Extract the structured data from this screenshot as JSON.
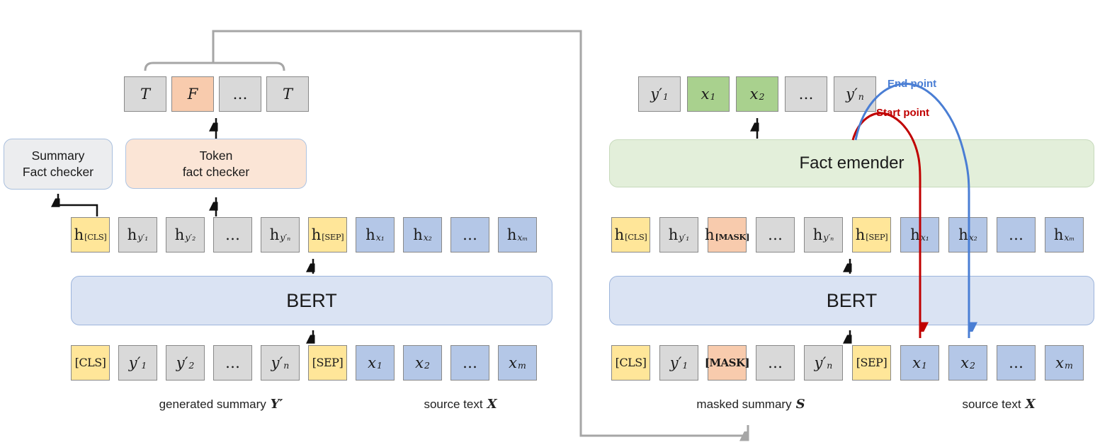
{
  "palette": {
    "yellow": "#FFE699",
    "gray": "#D9D9D9",
    "blue": "#B4C7E7",
    "peach": "#F8CBAD",
    "green": "#A9D18E",
    "bert_fill": "#DAE3F3",
    "emender_fill": "#E3EFDA",
    "token_checker_fill": "#FBE5D6",
    "summary_checker_fill": "#ECEDEF",
    "connector_gray": "#A6A6A6",
    "start_red": "#C00000",
    "end_blue": "#4A7ED4"
  },
  "left": {
    "output_row": [
      {
        "t": "T",
        "type": "gray"
      },
      {
        "t": "F",
        "type": "peach"
      },
      {
        "t": "…",
        "type": "gray",
        "roman": true
      },
      {
        "t": "T",
        "type": "gray"
      }
    ],
    "summary_checker": {
      "line1": "Summary",
      "line2": "Fact checker"
    },
    "token_checker": {
      "line1": "Token",
      "line2": "fact checker"
    },
    "hidden_row": [
      {
        "t": "h",
        "s": "[CLS]",
        "type": "yellow",
        "roman": true,
        "subRoman": true
      },
      {
        "t": "h",
        "s": "y′₁",
        "type": "gray",
        "roman": true
      },
      {
        "t": "h",
        "s": "y′₂",
        "type": "gray",
        "roman": true
      },
      {
        "t": "…",
        "type": "gray",
        "roman": true
      },
      {
        "t": "h",
        "s": "y′ₙ",
        "type": "gray",
        "roman": true
      },
      {
        "t": "h",
        "s": "[SEP]",
        "type": "yellow",
        "roman": true,
        "subRoman": true
      },
      {
        "t": "h",
        "s": "x₁",
        "type": "blue",
        "roman": true
      },
      {
        "t": "h",
        "s": "x₂",
        "type": "blue",
        "roman": true
      },
      {
        "t": "…",
        "type": "blue",
        "roman": true
      },
      {
        "t": "h",
        "s": "xₘ",
        "type": "blue",
        "roman": true
      }
    ],
    "bert_label": "BERT",
    "input_row": [
      {
        "t": "[CLS]",
        "type": "yellow",
        "roman": true,
        "small": true
      },
      {
        "t": "y′",
        "s": "1",
        "type": "gray"
      },
      {
        "t": "y′",
        "s": "2",
        "type": "gray"
      },
      {
        "t": "…",
        "type": "gray",
        "roman": true
      },
      {
        "t": "y′",
        "s": "n",
        "type": "gray"
      },
      {
        "t": "[SEP]",
        "type": "yellow",
        "roman": true,
        "small": true
      },
      {
        "t": "x",
        "s": "1",
        "type": "blue"
      },
      {
        "t": "x",
        "s": "2",
        "type": "blue"
      },
      {
        "t": "…",
        "type": "blue",
        "roman": true
      },
      {
        "t": "x",
        "s": "m",
        "type": "blue"
      }
    ],
    "captions": {
      "summary": {
        "text": "generated summary",
        "symbol": "Y′"
      },
      "source": {
        "text": "source text",
        "symbol": "X"
      }
    }
  },
  "right": {
    "output_row": [
      {
        "t": "y′",
        "s": "1",
        "type": "gray"
      },
      {
        "t": "x",
        "s": "1",
        "type": "green"
      },
      {
        "t": "x",
        "s": "2",
        "type": "green"
      },
      {
        "t": "…",
        "type": "gray",
        "roman": true
      },
      {
        "t": "y′",
        "s": "n",
        "type": "gray"
      }
    ],
    "emender_label": "Fact emender",
    "hidden_row": [
      {
        "t": "h",
        "s": "[CLS]",
        "type": "yellow",
        "roman": true,
        "subRoman": true
      },
      {
        "t": "h",
        "s": "y′₁",
        "type": "gray",
        "roman": true
      },
      {
        "t": "h",
        "s": "[MASK]",
        "type": "peach",
        "roman": true,
        "subRoman": true,
        "boldSub": true
      },
      {
        "t": "…",
        "type": "gray",
        "roman": true
      },
      {
        "t": "h",
        "s": "y′ₙ",
        "type": "gray",
        "roman": true
      },
      {
        "t": "h",
        "s": "[SEP]",
        "type": "yellow",
        "roman": true,
        "subRoman": true
      },
      {
        "t": "h",
        "s": "x₁",
        "type": "blue",
        "roman": true
      },
      {
        "t": "h",
        "s": "x₂",
        "type": "blue",
        "roman": true
      },
      {
        "t": "…",
        "type": "blue",
        "roman": true
      },
      {
        "t": "h",
        "s": "xₘ",
        "type": "blue",
        "roman": true
      }
    ],
    "bert_label": "BERT",
    "input_row": [
      {
        "t": "[CLS]",
        "type": "yellow",
        "roman": true,
        "small": true
      },
      {
        "t": "y′",
        "s": "1",
        "type": "gray"
      },
      {
        "t": "[MASK]",
        "type": "peach",
        "roman": true,
        "small": true,
        "boldt": true
      },
      {
        "t": "…",
        "type": "gray",
        "roman": true
      },
      {
        "t": "y′",
        "s": "n",
        "type": "gray"
      },
      {
        "t": "[SEP]",
        "type": "yellow",
        "roman": true,
        "small": true
      },
      {
        "t": "x",
        "s": "1",
        "type": "blue"
      },
      {
        "t": "x",
        "s": "2",
        "type": "blue"
      },
      {
        "t": "…",
        "type": "blue",
        "roman": true
      },
      {
        "t": "x",
        "s": "m",
        "type": "blue"
      }
    ],
    "captions": {
      "summary": {
        "text": "masked summary",
        "symbol": "S"
      },
      "source": {
        "text": "source text",
        "symbol": "X"
      }
    },
    "annotations": {
      "end_point": "End point",
      "start_point": "Start point"
    }
  }
}
